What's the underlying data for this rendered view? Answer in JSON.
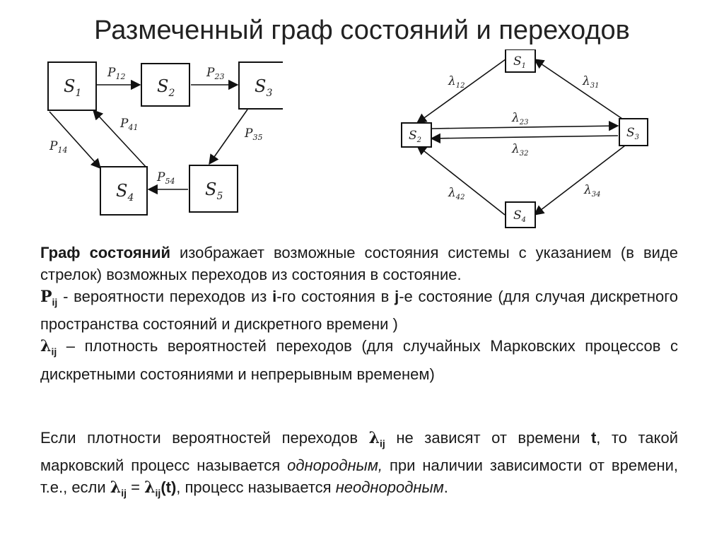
{
  "title": "Размеченный граф состояний и переходов",
  "discrete_graph": {
    "nodes": [
      {
        "id": "S1",
        "label": "S",
        "sub": "1"
      },
      {
        "id": "S2",
        "label": "S",
        "sub": "2"
      },
      {
        "id": "S3",
        "label": "S",
        "sub": "3"
      },
      {
        "id": "S4",
        "label": "S",
        "sub": "4"
      },
      {
        "id": "S5",
        "label": "S",
        "sub": "5"
      }
    ],
    "edges": [
      {
        "from": "S1",
        "to": "S2",
        "label": "P",
        "sub": "12"
      },
      {
        "from": "S2",
        "to": "S3",
        "label": "P",
        "sub": "23"
      },
      {
        "from": "S3",
        "to": "S5",
        "label": "P",
        "sub": "35"
      },
      {
        "from": "S5",
        "to": "S4",
        "label": "P",
        "sub": "54"
      },
      {
        "from": "S4",
        "to": "S1",
        "label": "P",
        "sub": "41"
      },
      {
        "from": "S1",
        "to": "S4",
        "label": "P",
        "sub": "14"
      }
    ]
  },
  "continuous_graph": {
    "nodes": [
      {
        "id": "S1",
        "label": "S",
        "sub": "1"
      },
      {
        "id": "S2",
        "label": "S",
        "sub": "2"
      },
      {
        "id": "S3",
        "label": "S",
        "sub": "3"
      },
      {
        "id": "S4",
        "label": "S",
        "sub": "4"
      }
    ],
    "edges": [
      {
        "from": "S1",
        "to": "S2",
        "label": "λ",
        "sub": "12"
      },
      {
        "from": "S3",
        "to": "S1",
        "label": "λ",
        "sub": "31"
      },
      {
        "from": "S2",
        "to": "S3",
        "label": "λ",
        "sub": "23"
      },
      {
        "from": "S3",
        "to": "S2",
        "label": "λ",
        "sub": "32"
      },
      {
        "from": "S4",
        "to": "S2",
        "label": "λ",
        "sub": "42"
      },
      {
        "from": "S3",
        "to": "S4",
        "label": "λ",
        "sub": "34"
      }
    ]
  },
  "text": {
    "p1": {
      "term": "Граф состояний",
      "rest": " изображает возможные состояния системы с указанием (в виде стрелок) возможных переходов из состояния в состояние."
    },
    "p2": {
      "sym": "P",
      "sub": "ij",
      "t1": " - вероятности переходов из ",
      "i": "i",
      "t2": "-го состояния в ",
      "j": "j",
      "t3": "-е состояние (для случая дискретного пространства состояний и дискретного времени )"
    },
    "p3": {
      "sym": "λ",
      "sub": "ij",
      "rest": " – плотность вероятностей переходов  (для случайных Марковских процессов с дискретными состояниями и непрерывным временем)"
    },
    "p4": {
      "t1": "Если плотности вероятностей переходов ",
      "sym1": "λ",
      "sub1": "ij",
      "t2": " не зависят от времени ",
      "tvar": "t",
      "t3": ", то такой марковский процесс называется ",
      "it1": "однородным,",
      "t4": " при наличии зависимости от времени, т.е., если ",
      "sym2": "λ",
      "sub2": "ij",
      "eq": " = ",
      "sym3": "λ",
      "sub3": "ij",
      "targ": "(t)",
      "t5": ", процесс называется ",
      "it2": "неоднородным",
      "t6": "."
    }
  }
}
